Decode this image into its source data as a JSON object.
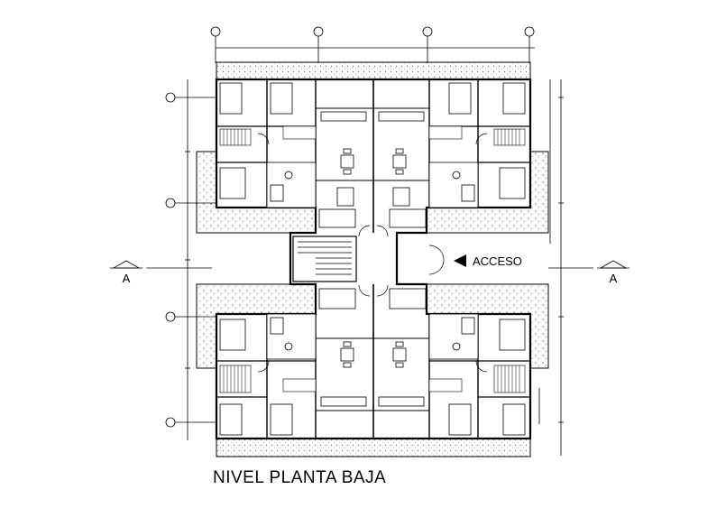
{
  "title": "NIVEL PLANTA BAJA",
  "access_label": "ACCESO",
  "section_marker": "A",
  "colors": {
    "line": "#000000",
    "hatch": "#7a7a7a",
    "background": "#ffffff"
  }
}
